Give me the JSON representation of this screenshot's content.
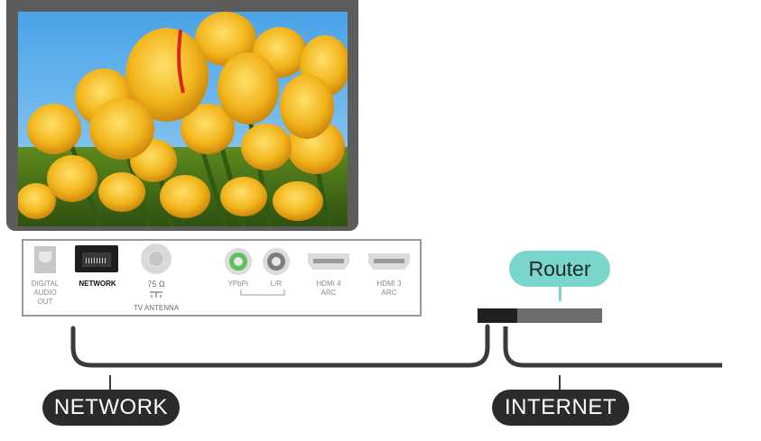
{
  "panel": {
    "ports": [
      {
        "name": "digital-audio-out",
        "label": "DIGITAL\nAUDIO\nOUT"
      },
      {
        "name": "network",
        "label": "NETWORK"
      },
      {
        "name": "antenna",
        "label_top": "75 Ω",
        "label_bottom": "TV ANTENNA"
      },
      {
        "name": "ypbpr",
        "label": "YPbPr"
      },
      {
        "name": "lr",
        "label": "L/R"
      },
      {
        "name": "hdmi4",
        "label": "HDMI 4\nARC"
      },
      {
        "name": "hdmi3",
        "label": "HDMI 3\nARC"
      }
    ]
  },
  "router": {
    "label": "Router",
    "color": "#7ad6cb"
  },
  "network_pill": {
    "label": "NETWORK"
  },
  "internet_pill": {
    "label": "INTERNET"
  },
  "colors": {
    "tv_frame": "#5c5c5c",
    "cable": "#3a3a3a",
    "pill": "#2b2b2b",
    "accent": "#7ad6cb"
  }
}
